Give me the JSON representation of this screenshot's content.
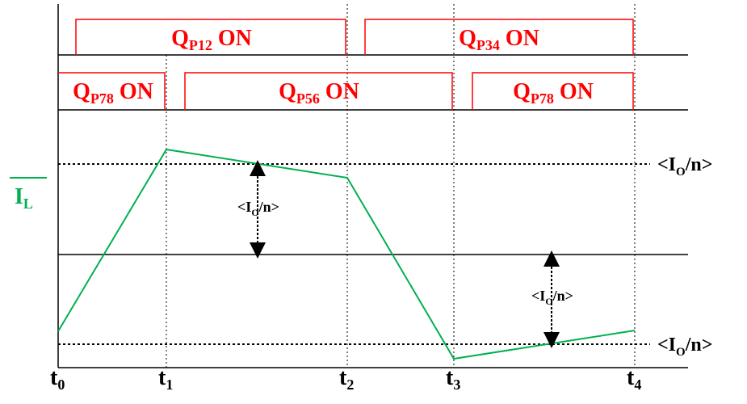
{
  "colors": {
    "axis": "#000000",
    "gate": "#ff0000",
    "current": "#00b050",
    "background": "#ffffff"
  },
  "top_row": {
    "pulses": [
      {
        "main": "Q",
        "sub": "P12",
        "tail": " ON"
      },
      {
        "main": "Q",
        "sub": "P34",
        "tail": " ON"
      }
    ]
  },
  "bottom_row": {
    "pulses": [
      {
        "main": "Q",
        "sub": "P78",
        "tail": " ON"
      },
      {
        "main": "Q",
        "sub": "P56",
        "tail": " ON"
      },
      {
        "main": "Q",
        "sub": "P78",
        "tail": " ON"
      }
    ]
  },
  "current_label": {
    "main": "I",
    "sub": "L"
  },
  "reference_upper": {
    "pre": "<I",
    "sub": "O",
    "post": "/n>"
  },
  "reference_lower": {
    "pre": "<I",
    "sub": "O",
    "post": "/n>"
  },
  "arrow_upper": {
    "pre": "<I",
    "sub": "O",
    "post": "/n>"
  },
  "arrow_lower": {
    "pre": "<I",
    "sub": "O",
    "post": "/n>"
  },
  "time_labels": [
    {
      "main": "t",
      "sub": "0"
    },
    {
      "main": "t",
      "sub": "1"
    },
    {
      "main": "t",
      "sub": "2"
    },
    {
      "main": "t",
      "sub": "3"
    },
    {
      "main": "t",
      "sub": "4"
    }
  ]
}
